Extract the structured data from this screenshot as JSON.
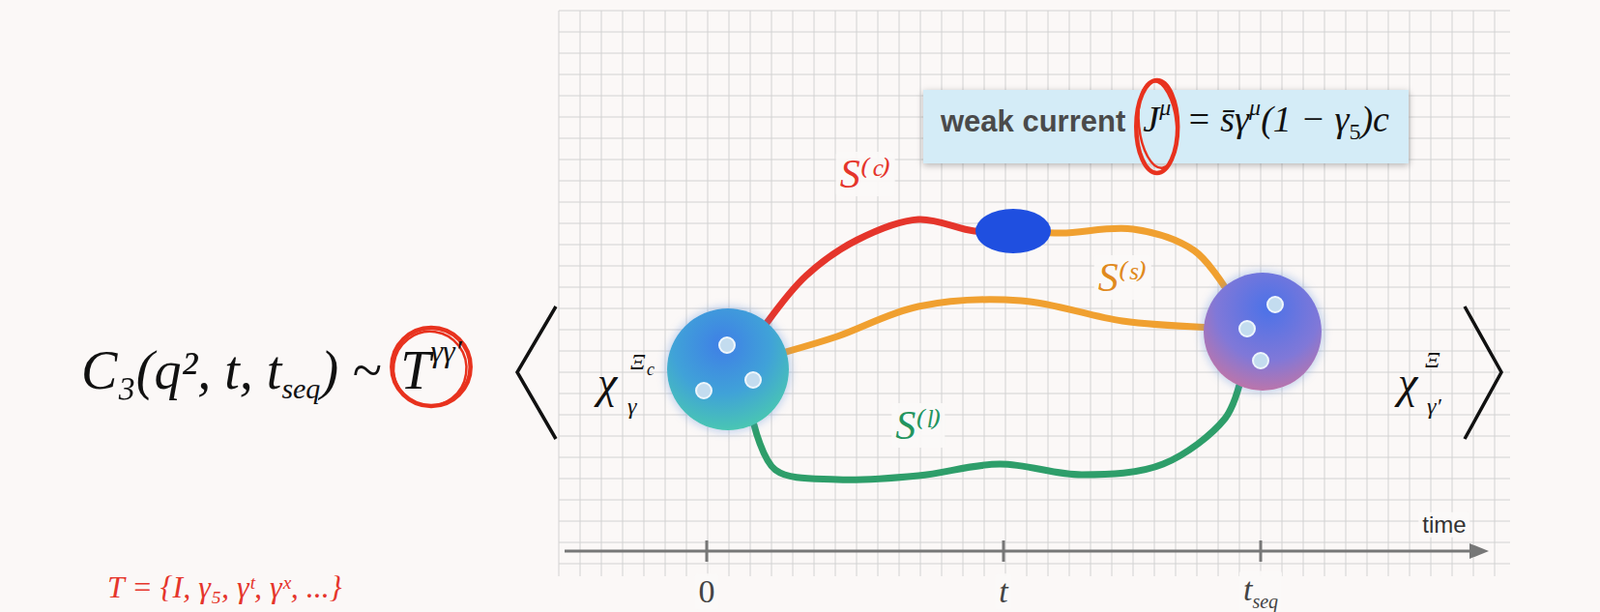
{
  "diagram": {
    "nodes": [
      {
        "text": [
          "χ",
          "Ξ",
          "c",
          "γ"
        ]
      },
      {
        "text": [
          "weak current",
          "J",
          "μ",
          "= s̄γ",
          "μ",
          "(1 − γ",
          "5",
          ")c"
        ]
      },
      {
        "text": [
          "χ",
          "Ξ",
          "γ′"
        ]
      }
    ],
    "edges": [
      {
        "from": 0,
        "to": 2,
        "arrow": "none"
      },
      {
        "from": 0,
        "to": 2,
        "arrow": "none"
      },
      {
        "from": 0,
        "to": 2,
        "arrow": "none"
      }
    ],
    "labels": [
      "C₃(q², t, t",
      "seq",
      ") ~",
      "T",
      "γγ′",
      "S⁽ᶜ⁾",
      "S⁽ˢ⁾",
      "S⁽ˡ⁾",
      "0",
      "t",
      "t",
      "seq",
      "time",
      "T = {I, γ₅, γᵗ, γˣ, ...}"
    ]
  }
}
